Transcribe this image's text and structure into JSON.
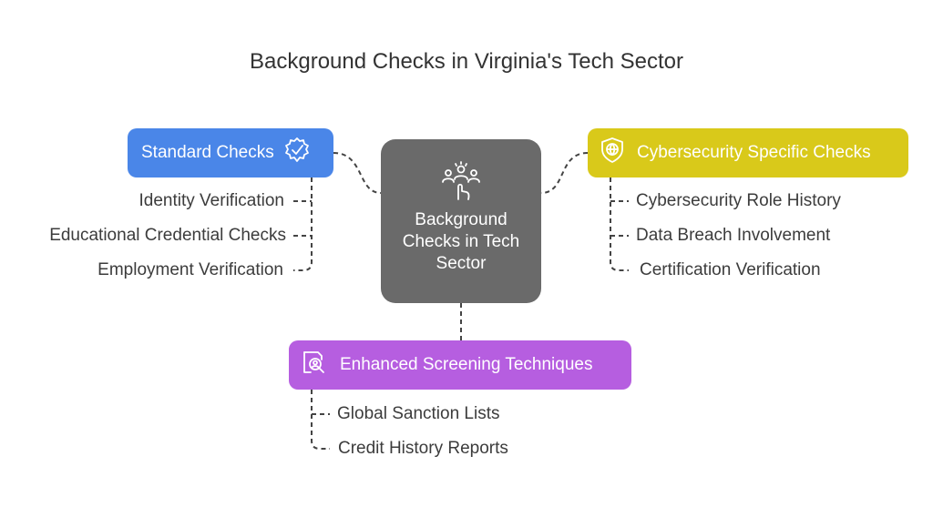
{
  "title": "Background Checks in Virginia's Tech Sector",
  "center": {
    "label": "Background Checks in Tech Sector",
    "icon": "people-hand-icon"
  },
  "categories": {
    "standard": {
      "label": "Standard Checks",
      "icon": "badge-check-icon",
      "color": "#4a86e8",
      "items": [
        "Identity Verification",
        "Educational Credential Checks",
        "Employment Verification"
      ]
    },
    "cyber": {
      "label": "Cybersecurity Specific Checks",
      "icon": "shield-globe-icon",
      "color": "#d9c91a",
      "items": [
        "Cybersecurity Role History",
        "Data Breach Involvement",
        "Certification Verification"
      ]
    },
    "enhanced": {
      "label": "Enhanced Screening Techniques",
      "icon": "person-search-icon",
      "color": "#b65ee0",
      "items": [
        "Global Sanction Lists",
        "Credit History Reports"
      ]
    }
  },
  "colors": {
    "center": "#6a6a6a",
    "connector": "#444444"
  }
}
